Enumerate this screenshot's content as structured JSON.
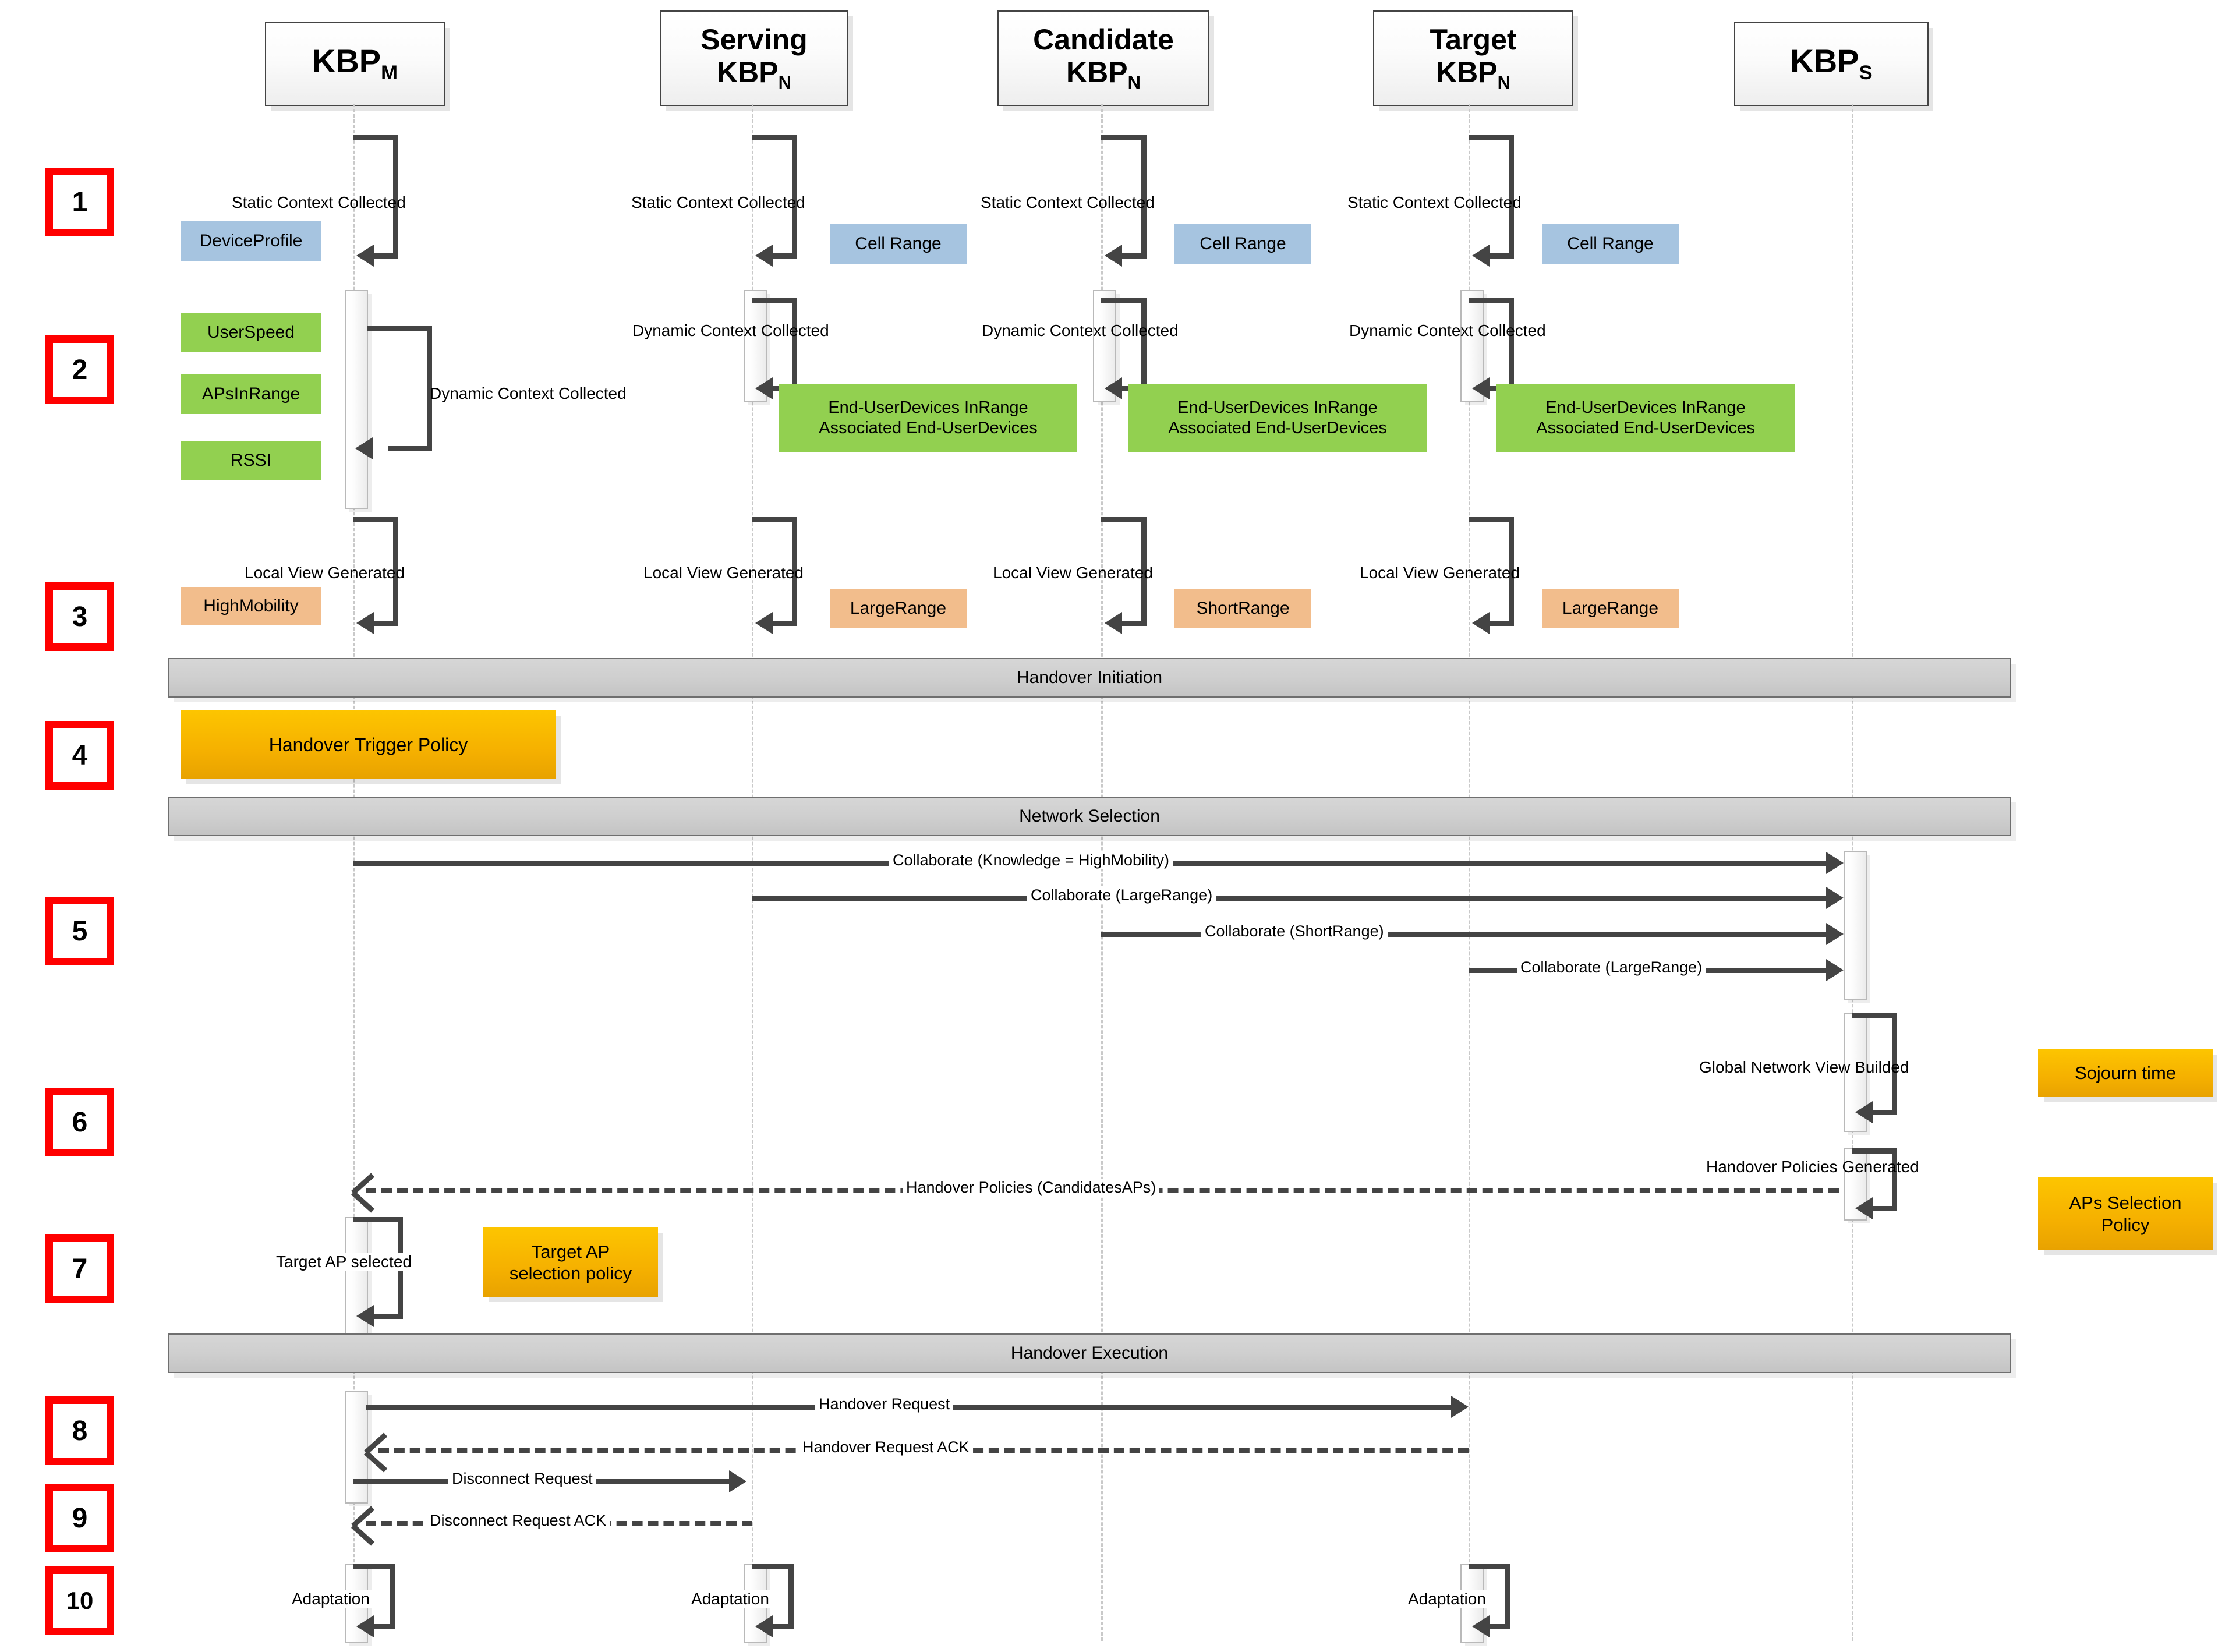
{
  "diagram": {
    "title": "Knowledge-Based Plane Handover Sequence",
    "type": "uml-sequence-diagram",
    "colors": {
      "static_context": "#a6c4e0",
      "dynamic_context": "#92d050",
      "local_view": "#f2bd8c",
      "policy": "#f5b000",
      "section_bar": "#cfcfcf",
      "step_badge_border": "#ff0000",
      "line": "#444444",
      "lifeline": "#c9c9c9"
    }
  },
  "lifelines": [
    {
      "id": "kbp_m",
      "line1": "KBP",
      "sub1": "M",
      "line2": "",
      "sub2": ""
    },
    {
      "id": "serving_kbp_n",
      "line1": "Serving",
      "sub1": "",
      "line2": "KBP",
      "sub2": "N"
    },
    {
      "id": "candidate_kbp_n",
      "line1": "Candidate",
      "sub1": "",
      "line2": "KBP",
      "sub2": "N"
    },
    {
      "id": "target_kbp_n",
      "line1": "Target",
      "sub1": "",
      "line2": "KBP",
      "sub2": "N"
    },
    {
      "id": "kbp_s",
      "line1": "KBP",
      "sub1": "S",
      "line2": "",
      "sub2": ""
    }
  ],
  "steps": [
    "1",
    "2",
    "3",
    "4",
    "5",
    "6",
    "7",
    "8",
    "9",
    "10"
  ],
  "sections": [
    {
      "id": "handover-initiation",
      "label": "Handover Initiation"
    },
    {
      "id": "network-selection",
      "label": "Network Selection"
    },
    {
      "id": "handover-execution",
      "label": "Handover Execution"
    }
  ],
  "step1": {
    "labels": [
      "Static Context Collected",
      "Static Context Collected",
      "Static Context Collected",
      "Static Context Collected"
    ],
    "notes": [
      "DeviceProfile",
      "Cell Range",
      "Cell Range",
      "Cell Range"
    ]
  },
  "step2": {
    "labels": [
      "Dynamic Context Collected",
      "Dynamic Context Collected",
      "Dynamic Context Collected",
      "Dynamic Context Collected"
    ],
    "notes_m": [
      "UserSpeed",
      "APsInRange",
      "RSSI"
    ],
    "notes_n_line1": "End-UserDevices InRange",
    "notes_n_line2": "Associated End-UserDevices"
  },
  "step3": {
    "labels": [
      "Local View Generated",
      "Local View Generated",
      "Local View Generated",
      "Local View Generated"
    ],
    "notes": [
      "HighMobility",
      "LargeRange",
      "ShortRange",
      "LargeRange"
    ]
  },
  "step4": {
    "policy": "Handover Trigger Policy"
  },
  "step5": {
    "messages": [
      "Collaborate (Knowledge = HighMobility)",
      "Collaborate (LargeRange)",
      "Collaborate (ShortRange)",
      "Collaborate (LargeRange)"
    ]
  },
  "step6": {
    "global_view_label": "Global Network View Builded",
    "sojourn_note": "Sojourn time",
    "policies_generated_label": "Handover Policies Generated",
    "aps_policy_line1": "APs Selection",
    "aps_policy_line2": "Policy",
    "handover_policies_msg": "Handover Policies (CandidatesAPs)"
  },
  "step7": {
    "label": "Target AP selected",
    "policy_line1": "Target AP",
    "policy_line2": "selection policy"
  },
  "step8": {
    "request": "Handover Request",
    "ack": "Handover Request ACK"
  },
  "step9": {
    "request": "Disconnect Request",
    "ack": "Disconnect Request ACK"
  },
  "step10": {
    "labels": [
      "Adaptation",
      "Adaptation",
      "Adaptation"
    ]
  }
}
